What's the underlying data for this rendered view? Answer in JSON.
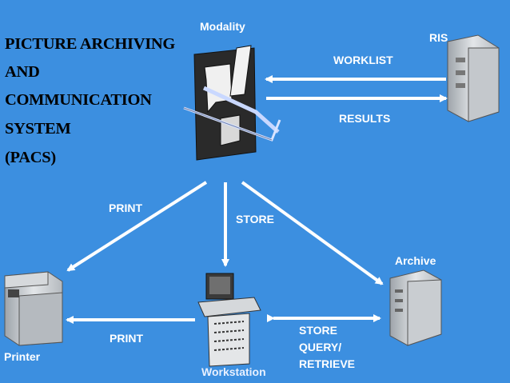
{
  "title_lines": [
    "PICTURE ARCHIVING",
    "AND",
    "COMMUNICATION",
    "SYSTEM",
    "(PACS)"
  ],
  "nodes": {
    "modality": "Modality",
    "ris": "RIS",
    "archive": "Archive",
    "printer": "Printer",
    "workstation": "Workstation"
  },
  "flows": {
    "worklist": "WORKLIST",
    "results": "RESULTS",
    "print_top": "PRINT",
    "store": "STORE",
    "print_bottom": "PRINT",
    "store_query": [
      "STORE",
      "QUERY/",
      "RETRIEVE"
    ]
  },
  "colors": {
    "background": "#3c8fe0",
    "arrow": "#ffffff",
    "title_text": "#000000"
  }
}
